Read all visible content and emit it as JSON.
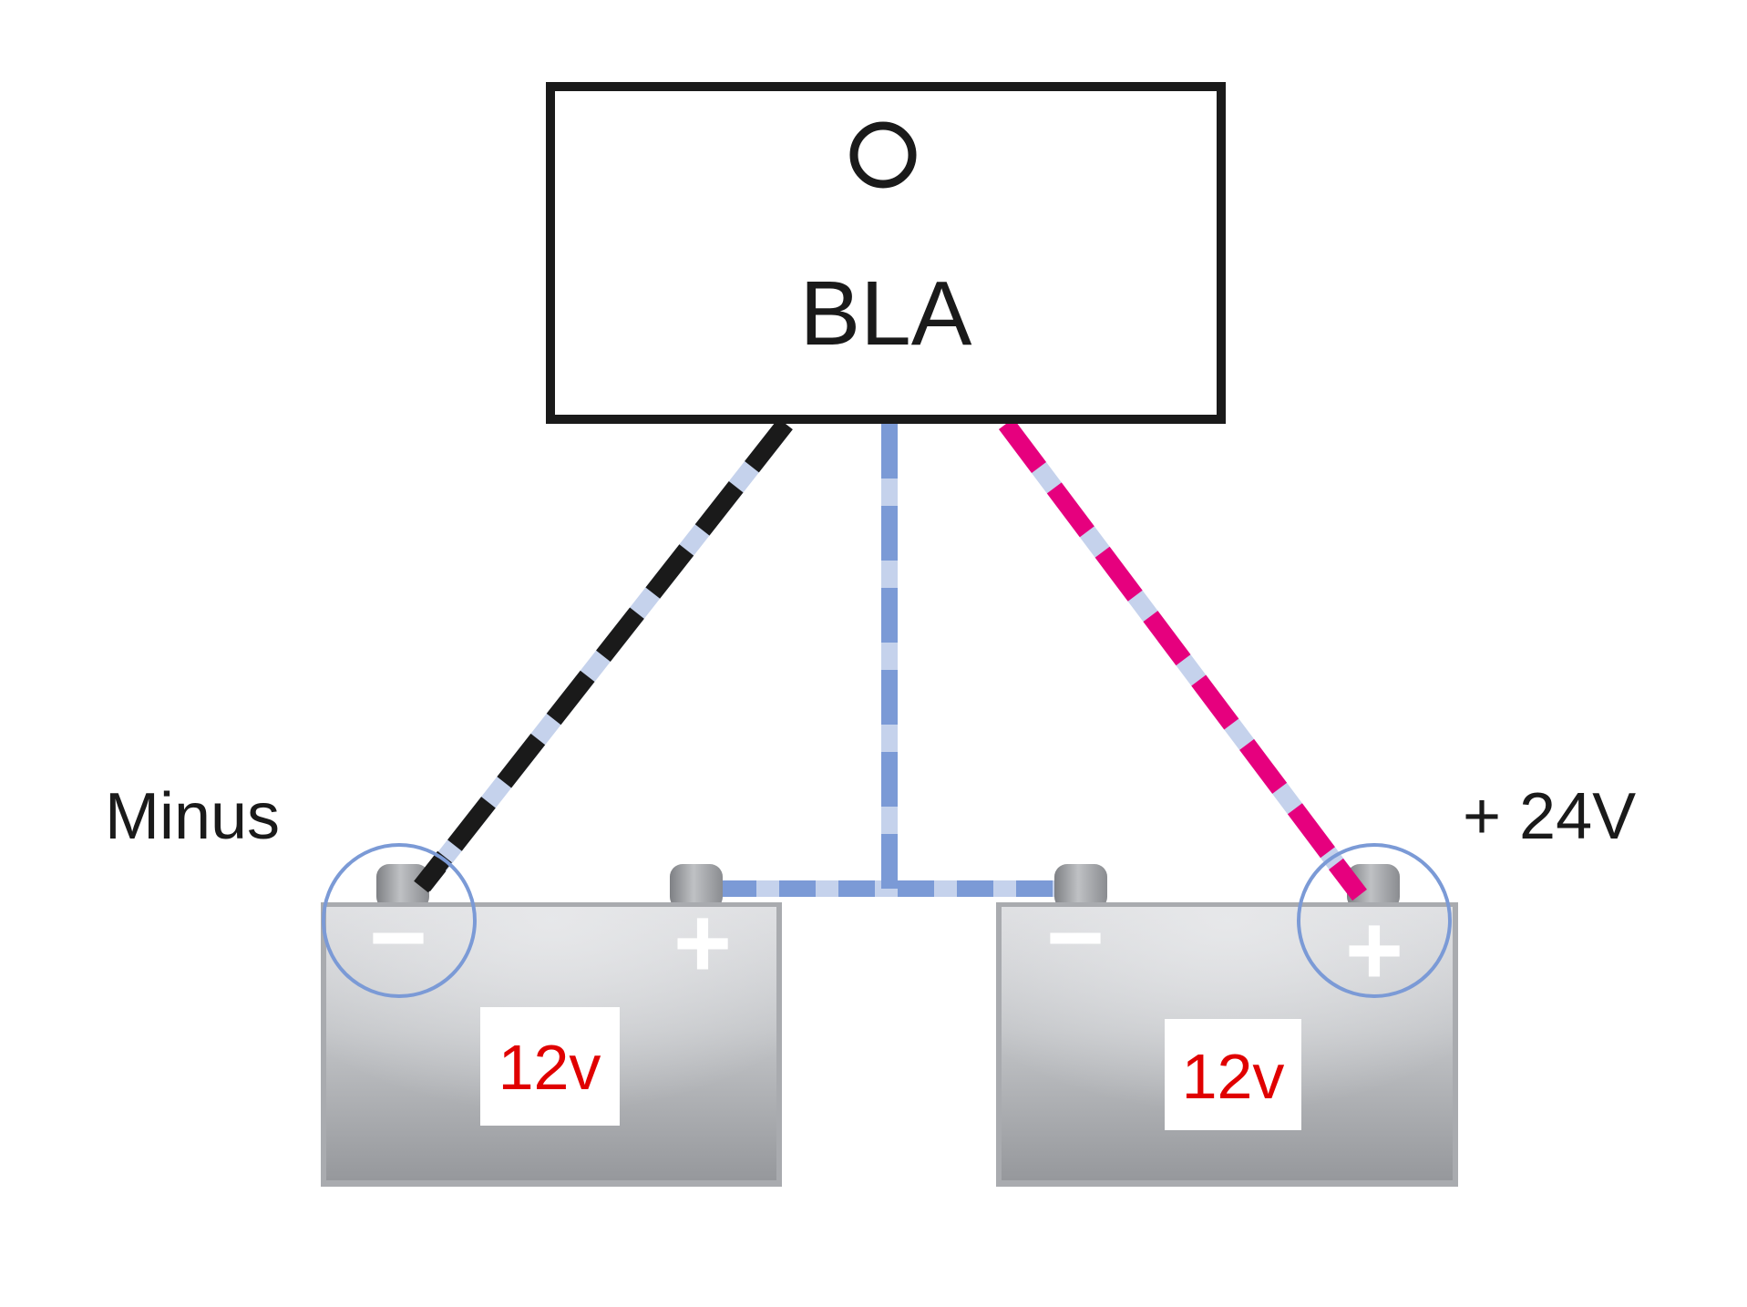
{
  "device": {
    "label": "BLA"
  },
  "labels": {
    "left_terminal": "Minus",
    "right_terminal": "+ 24V"
  },
  "batteries": [
    {
      "voltage": "12v",
      "neg_symbol": "−",
      "pos_symbol": "+"
    },
    {
      "voltage": "12v",
      "neg_symbol": "−",
      "pos_symbol": "+"
    }
  ],
  "colors": {
    "negative_wire": "#1a1a1a",
    "positive_wire": "#e6007e",
    "series_wire": "#7b9ad6",
    "wire_gap": "#c5d2ec",
    "highlight_ring": "#7b9ad6",
    "voltage_text": "#e00000",
    "battery_body": "#b4b6ba"
  }
}
